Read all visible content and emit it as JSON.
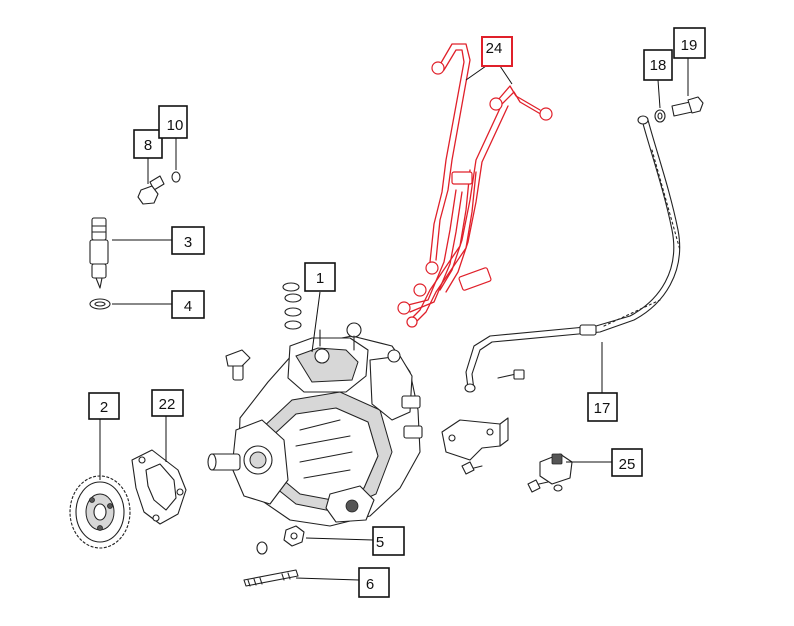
{
  "diagram": {
    "callouts": [
      {
        "id": "1",
        "label": "1"
      },
      {
        "id": "2",
        "label": "2"
      },
      {
        "id": "3",
        "label": "3"
      },
      {
        "id": "4",
        "label": "4"
      },
      {
        "id": "5",
        "label": "5"
      },
      {
        "id": "6",
        "label": "6"
      },
      {
        "id": "8",
        "label": "8"
      },
      {
        "id": "10",
        "label": "10"
      },
      {
        "id": "17",
        "label": "17"
      },
      {
        "id": "18",
        "label": "18"
      },
      {
        "id": "19",
        "label": "19"
      },
      {
        "id": "22",
        "label": "22"
      },
      {
        "id": "24",
        "label": "24"
      },
      {
        "id": "25",
        "label": "25"
      }
    ],
    "highlighted_part": "24",
    "colors": {
      "highlight": "#e0202a",
      "line": "#222222",
      "background": "#ffffff"
    }
  }
}
